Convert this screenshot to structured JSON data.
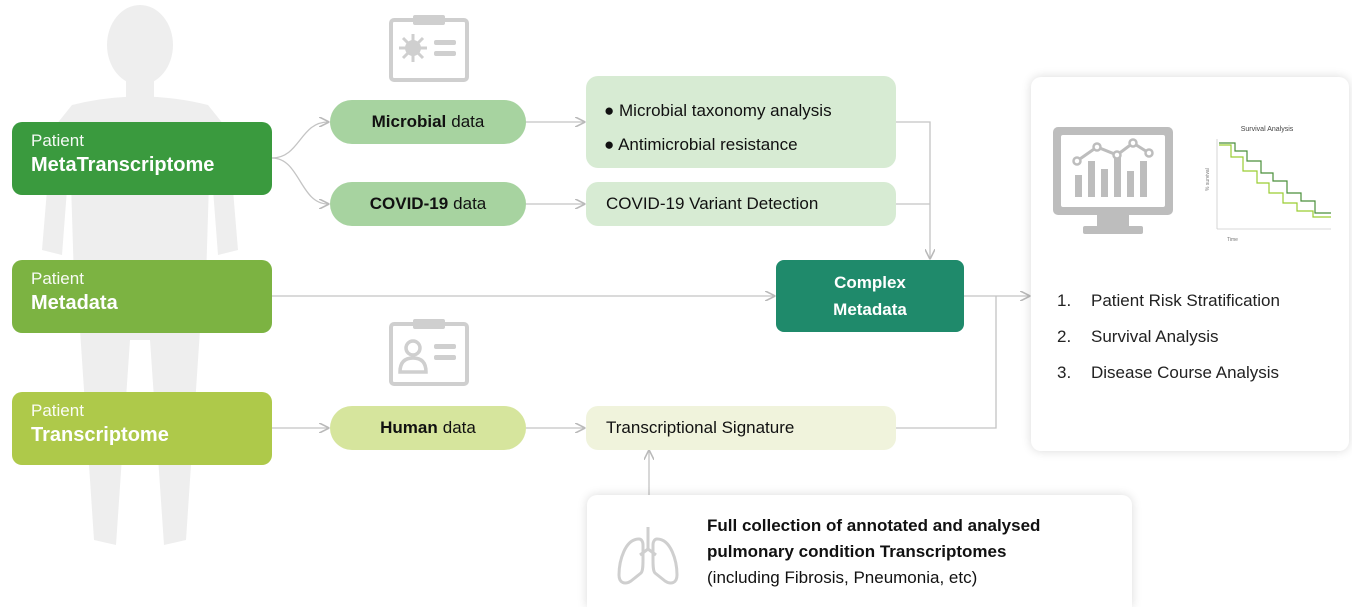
{
  "patients": [
    {
      "small": "Patient",
      "big": "MetaTranscriptome",
      "color": "#3a9a3e"
    },
    {
      "small": "Patient",
      "big": "Metadata",
      "color": "#7cb342"
    },
    {
      "small": "Patient",
      "big": "Transcriptome",
      "color": "#aec94a"
    }
  ],
  "pills": {
    "microbial": {
      "bold": "Microbial",
      "rest": "data",
      "color": "#a7d3a0"
    },
    "covid": {
      "bold": "COVID-19",
      "rest": "data",
      "color": "#a7d3a0"
    },
    "human": {
      "bold": "Human",
      "rest": "data",
      "color": "#d6e59d"
    }
  },
  "results": {
    "microbial": [
      "Microbial taxonomy analysis",
      "Antimicrobial resistance"
    ],
    "covid": "COVID-19 Variant Detection",
    "human": "Transcriptional Signature"
  },
  "complex": {
    "line1": "Complex",
    "line2": "Metadata"
  },
  "survival_chart": {
    "title": "Survival Analysis",
    "ylabel": "% survival",
    "xlabel": "Time"
  },
  "outcomes": [
    {
      "num": "1.",
      "label": "Patient Risk Stratification"
    },
    {
      "num": "2.",
      "label": "Survival Analysis"
    },
    {
      "num": "3.",
      "label": "Disease Course Analysis"
    }
  ],
  "collection": {
    "line1": "Full collection of annotated and analysed",
    "line2": "pulmonary condition Transcriptomes",
    "line3": "(including Fibrosis, Pneumonia, etc)"
  },
  "icons": {
    "microbe_clipboard": "virus-clipboard-icon",
    "person_clipboard": "id-card-clipboard-icon",
    "monitor": "monitor-chart-icon",
    "lungs": "lungs-icon"
  }
}
